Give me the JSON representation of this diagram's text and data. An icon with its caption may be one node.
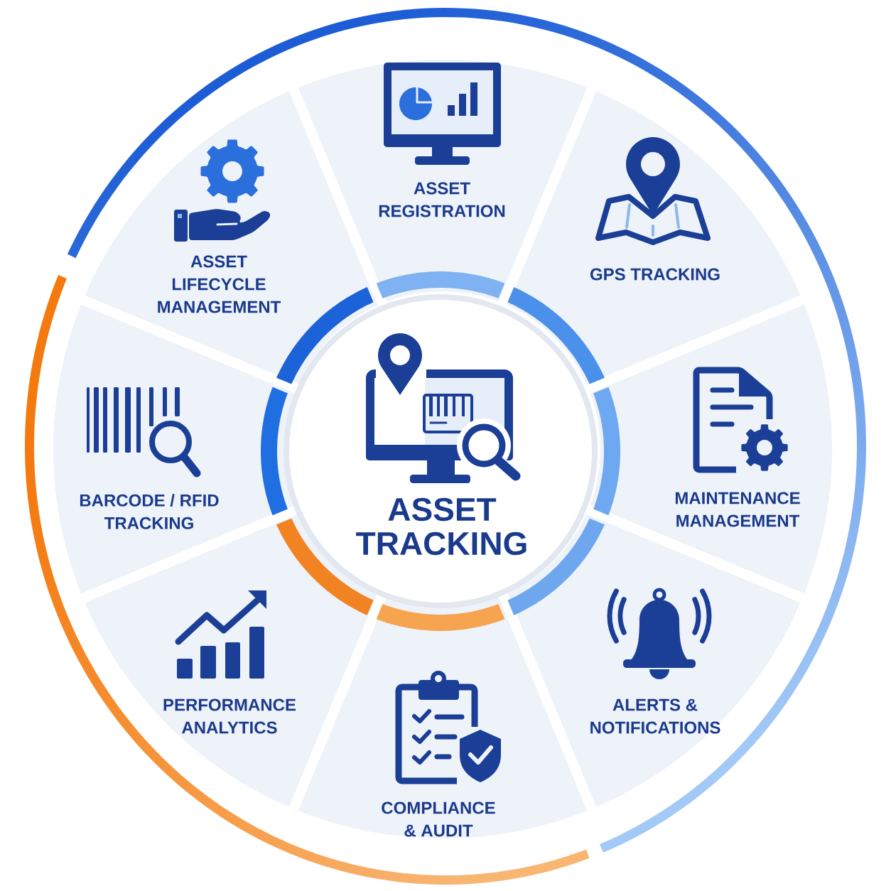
{
  "diagram": {
    "nodes": [
      {
        "text": [
          "ASSET TRACKING"
        ]
      },
      {
        "text": [
          "ASSET REGISTRATION"
        ]
      },
      {
        "text": [
          "GPS TRACKING"
        ]
      },
      {
        "text": [
          "MAINTENANCE MANAGEMENT"
        ]
      },
      {
        "text": [
          "ALERTS & NOTIFICATIONS"
        ]
      },
      {
        "text": [
          "COMPLIANCE & AUDIT"
        ]
      },
      {
        "text": [
          "PERFORMANCE ANALYTICS"
        ]
      },
      {
        "text": [
          "BARCODE / RFID TRACKING"
        ]
      },
      {
        "text": [
          "ASSET LIFECYCLE MANAGEMENT"
        ]
      }
    ]
  }
}
